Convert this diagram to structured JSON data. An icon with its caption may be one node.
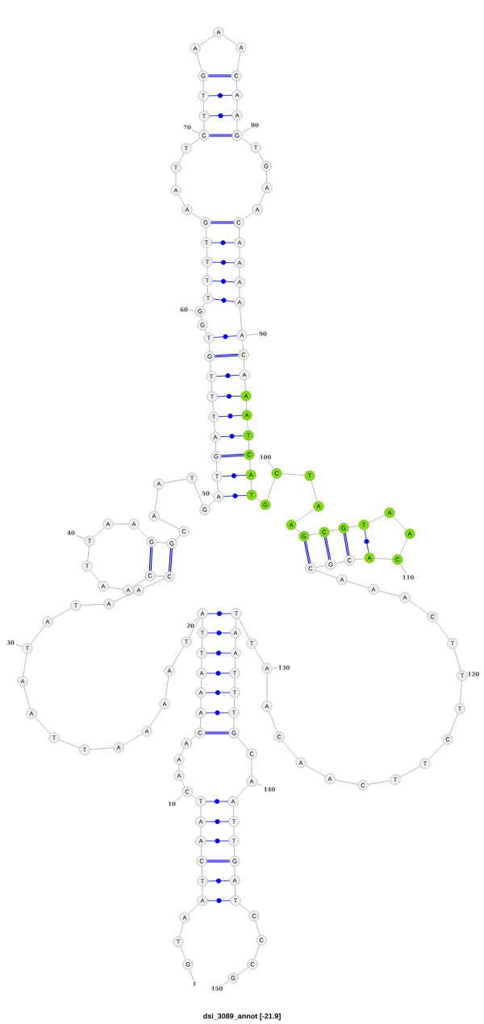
{
  "diagram": {
    "title": "dsi_3089_annot [-21.9]",
    "nodes": [
      {
        "text": [
          "G"
        ],
        "beside": [
          "1"
        ]
      },
      {
        "text": [
          "T"
        ]
      },
      {
        "text": [
          "A"
        ]
      },
      {
        "text": [
          "A"
        ]
      },
      {
        "text": [
          "T"
        ]
      },
      {
        "text": [
          "C"
        ]
      },
      {
        "text": [
          "A"
        ]
      },
      {
        "text": [
          "A"
        ]
      },
      {
        "text": [
          "T"
        ]
      },
      {
        "text": [
          "C"
        ],
        "beside": [
          "10"
        ]
      },
      {
        "text": [
          "A"
        ]
      },
      {
        "text": [
          "A"
        ]
      },
      {
        "text": [
          "A"
        ]
      },
      {
        "text": [
          "C"
        ]
      },
      {
        "text": [
          "A"
        ]
      },
      {
        "text": [
          "A"
        ]
      },
      {
        "text": [
          "A"
        ]
      },
      {
        "text": [
          "T"
        ]
      },
      {
        "text": [
          "T"
        ]
      },
      {
        "text": [
          "A"
        ],
        "beside": [
          "20"
        ]
      },
      {
        "text": [
          "T"
        ]
      },
      {
        "text": [
          "A"
        ]
      },
      {
        "text": [
          "A"
        ]
      },
      {
        "text": [
          "A"
        ]
      },
      {
        "text": [
          "A"
        ]
      },
      {
        "text": [
          "T"
        ]
      },
      {
        "text": [
          "T"
        ]
      },
      {
        "text": [
          "A"
        ]
      },
      {
        "text": [
          "A"
        ]
      },
      {
        "text": [
          "T"
        ],
        "beside": [
          "30"
        ]
      },
      {
        "text": [
          "A"
        ]
      },
      {
        "text": [
          "T"
        ]
      },
      {
        "text": [
          "A"
        ]
      },
      {
        "text": [
          "A"
        ]
      },
      {
        "text": [
          "C"
        ]
      },
      {
        "text": [
          "C"
        ]
      },
      {
        "text": [
          "A"
        ]
      },
      {
        "text": [
          "A"
        ]
      },
      {
        "text": [
          "T"
        ]
      },
      {
        "text": [
          "T"
        ],
        "beside": [
          "40"
        ]
      },
      {
        "text": [
          "A"
        ]
      },
      {
        "text": [
          "A"
        ]
      },
      {
        "text": [
          "G"
        ]
      },
      {
        "text": [
          "G"
        ]
      },
      {
        "text": [
          "C"
        ]
      },
      {
        "text": [
          "A"
        ]
      },
      {
        "text": [
          "A"
        ]
      },
      {
        "text": [
          "T"
        ]
      },
      {
        "text": [
          "G"
        ]
      },
      {
        "text": [
          "A"
        ],
        "beside": [
          "50"
        ]
      },
      {
        "text": [
          "T"
        ]
      },
      {
        "text": [
          "G"
        ]
      },
      {
        "text": [
          "A"
        ]
      },
      {
        "text": [
          "T"
        ]
      },
      {
        "text": [
          "T"
        ]
      },
      {
        "text": [
          "T"
        ]
      },
      {
        "text": [
          "G"
        ]
      },
      {
        "text": [
          "T"
        ]
      },
      {
        "text": [
          "G"
        ]
      },
      {
        "text": [
          "G"
        ],
        "beside": [
          "60"
        ]
      },
      {
        "text": [
          "T"
        ]
      },
      {
        "text": [
          "T"
        ]
      },
      {
        "text": [
          "T"
        ]
      },
      {
        "text": [
          "T"
        ]
      },
      {
        "text": [
          "G"
        ]
      },
      {
        "text": [
          "A"
        ]
      },
      {
        "text": [
          "A"
        ]
      },
      {
        "text": [
          "T"
        ]
      },
      {
        "text": [
          "T"
        ]
      },
      {
        "text": [
          "C"
        ],
        "beside": [
          "70"
        ]
      },
      {
        "text": [
          "T"
        ]
      },
      {
        "text": [
          "T"
        ]
      },
      {
        "text": [
          "G"
        ]
      },
      {
        "text": [
          "A"
        ]
      },
      {
        "text": [
          "A"
        ]
      },
      {
        "text": [
          "A"
        ]
      },
      {
        "text": [
          "C"
        ]
      },
      {
        "text": [
          "A"
        ]
      },
      {
        "text": [
          "A"
        ]
      },
      {
        "text": [
          "G"
        ],
        "beside": [
          "80"
        ]
      },
      {
        "text": [
          "T"
        ]
      },
      {
        "text": [
          "G"
        ]
      },
      {
        "text": [
          "A"
        ]
      },
      {
        "text": [
          "A"
        ]
      },
      {
        "text": [
          "C"
        ]
      },
      {
        "text": [
          "A"
        ]
      },
      {
        "text": [
          "A"
        ]
      },
      {
        "text": [
          "A"
        ]
      },
      {
        "text": [
          "A"
        ]
      },
      {
        "text": [
          "A"
        ],
        "beside": [
          "90"
        ]
      },
      {
        "text": [
          "C"
        ]
      },
      {
        "text": [
          "A"
        ]
      },
      {
        "text": [
          "A"
        ]
      },
      {
        "text": [
          "A"
        ]
      },
      {
        "text": [
          "T"
        ]
      },
      {
        "text": [
          "C"
        ]
      },
      {
        "text": [
          "A"
        ]
      },
      {
        "text": [
          "T"
        ]
      },
      {
        "text": [
          "G"
        ]
      },
      {
        "text": [
          "C"
        ],
        "beside": [
          "100"
        ]
      },
      {
        "text": [
          "T"
        ]
      },
      {
        "text": [
          "A"
        ]
      },
      {
        "text": [
          "A"
        ]
      },
      {
        "text": [
          "G"
        ]
      },
      {
        "text": [
          "C"
        ]
      },
      {
        "text": [
          "G"
        ]
      },
      {
        "text": [
          "T"
        ]
      },
      {
        "text": [
          "A"
        ]
      },
      {
        "text": [
          "A"
        ]
      },
      {
        "text": [
          "C"
        ],
        "beside": [
          "110"
        ]
      },
      {
        "text": [
          "A"
        ]
      },
      {
        "text": [
          "C"
        ]
      },
      {
        "text": [
          "G"
        ]
      },
      {
        "text": [
          "C"
        ]
      },
      {
        "text": [
          "A"
        ]
      },
      {
        "text": [
          "A"
        ]
      },
      {
        "text": [
          "A"
        ]
      },
      {
        "text": [
          "C"
        ]
      },
      {
        "text": [
          "T"
        ]
      },
      {
        "text": [
          "T"
        ],
        "beside": [
          "120"
        ]
      },
      {
        "text": [
          "T"
        ]
      },
      {
        "text": [
          "C"
        ]
      },
      {
        "text": [
          "T"
        ]
      },
      {
        "text": [
          "T"
        ]
      },
      {
        "text": [
          "C"
        ]
      },
      {
        "text": [
          "A"
        ]
      },
      {
        "text": [
          "A"
        ]
      },
      {
        "text": [
          "C"
        ]
      },
      {
        "text": [
          "A"
        ]
      },
      {
        "text": [
          "A"
        ],
        "beside": [
          "130"
        ]
      },
      {
        "text": [
          "T"
        ]
      },
      {
        "text": [
          "T"
        ]
      },
      {
        "text": [
          "A"
        ]
      },
      {
        "text": [
          "A"
        ]
      },
      {
        "text": [
          "T"
        ]
      },
      {
        "text": [
          "T"
        ]
      },
      {
        "text": [
          "T"
        ]
      },
      {
        "text": [
          "G"
        ]
      },
      {
        "text": [
          "C"
        ]
      },
      {
        "text": [
          "A"
        ],
        "beside": [
          "140"
        ]
      },
      {
        "text": [
          "A"
        ]
      },
      {
        "text": [
          "T"
        ]
      },
      {
        "text": [
          "T"
        ]
      },
      {
        "text": [
          "G"
        ]
      },
      {
        "text": [
          "A"
        ]
      },
      {
        "text": [
          "T"
        ]
      },
      {
        "text": [
          "C"
        ]
      },
      {
        "text": [
          "C"
        ]
      },
      {
        "text": [
          "C"
        ]
      },
      {
        "text": [
          "G"
        ],
        "beside": [
          "150"
        ]
      }
    ],
    "edges": [
      {
        "from": 0,
        "to": 1,
        "arrow": "none"
      },
      {
        "from": 1,
        "to": 2,
        "arrow": "none"
      },
      {
        "from": 2,
        "to": 3,
        "arrow": "none"
      },
      {
        "from": 3,
        "to": 4,
        "arrow": "none"
      },
      {
        "from": 4,
        "to": 5,
        "arrow": "none"
      },
      {
        "from": 5,
        "to": 6,
        "arrow": "none"
      },
      {
        "from": 6,
        "to": 7,
        "arrow": "none"
      },
      {
        "from": 7,
        "to": 8,
        "arrow": "none"
      },
      {
        "from": 8,
        "to": 9,
        "arrow": "none"
      },
      {
        "from": 9,
        "to": 10,
        "arrow": "none"
      },
      {
        "from": 10,
        "to": 11,
        "arrow": "none"
      },
      {
        "from": 11,
        "to": 12,
        "arrow": "none"
      },
      {
        "from": 12,
        "to": 13,
        "arrow": "none"
      },
      {
        "from": 13,
        "to": 14,
        "arrow": "none"
      },
      {
        "from": 14,
        "to": 15,
        "arrow": "none"
      },
      {
        "from": 15,
        "to": 16,
        "arrow": "none"
      },
      {
        "from": 16,
        "to": 17,
        "arrow": "none"
      },
      {
        "from": 17,
        "to": 18,
        "arrow": "none"
      },
      {
        "from": 18,
        "to": 19,
        "arrow": "none"
      },
      {
        "from": 19,
        "to": 20,
        "arrow": "none"
      },
      {
        "from": 20,
        "to": 21,
        "arrow": "none"
      },
      {
        "from": 21,
        "to": 22,
        "arrow": "none"
      },
      {
        "from": 22,
        "to": 23,
        "arrow": "none"
      },
      {
        "from": 23,
        "to": 24,
        "arrow": "none"
      },
      {
        "from": 24,
        "to": 25,
        "arrow": "none"
      },
      {
        "from": 25,
        "to": 26,
        "arrow": "none"
      },
      {
        "from": 26,
        "to": 27,
        "arrow": "none"
      },
      {
        "from": 27,
        "to": 28,
        "arrow": "none"
      },
      {
        "from": 28,
        "to": 29,
        "arrow": "none"
      },
      {
        "from": 29,
        "to": 30,
        "arrow": "none"
      },
      {
        "from": 30,
        "to": 31,
        "arrow": "none"
      },
      {
        "from": 31,
        "to": 32,
        "arrow": "none"
      },
      {
        "from": 32,
        "to": 33,
        "arrow": "none"
      },
      {
        "from": 33,
        "to": 34,
        "arrow": "none"
      },
      {
        "from": 34,
        "to": 35,
        "arrow": "none"
      },
      {
        "from": 35,
        "to": 36,
        "arrow": "none"
      },
      {
        "from": 36,
        "to": 37,
        "arrow": "none"
      },
      {
        "from": 37,
        "to": 38,
        "arrow": "none"
      },
      {
        "from": 38,
        "to": 39,
        "arrow": "none"
      },
      {
        "from": 39,
        "to": 40,
        "arrow": "none"
      },
      {
        "from": 40,
        "to": 41,
        "arrow": "none"
      },
      {
        "from": 41,
        "to": 42,
        "arrow": "none"
      },
      {
        "from": 42,
        "to": 43,
        "arrow": "none"
      },
      {
        "from": 43,
        "to": 44,
        "arrow": "none"
      },
      {
        "from": 44,
        "to": 45,
        "arrow": "none"
      },
      {
        "from": 45,
        "to": 46,
        "arrow": "none"
      },
      {
        "from": 46,
        "to": 47,
        "arrow": "none"
      },
      {
        "from": 47,
        "to": 48,
        "arrow": "none"
      },
      {
        "from": 48,
        "to": 49,
        "arrow": "none"
      },
      {
        "from": 49,
        "to": 50,
        "arrow": "none"
      },
      {
        "from": 50,
        "to": 51,
        "arrow": "none"
      },
      {
        "from": 51,
        "to": 52,
        "arrow": "none"
      },
      {
        "from": 52,
        "to": 53,
        "arrow": "none"
      },
      {
        "from": 53,
        "to": 54,
        "arrow": "none"
      },
      {
        "from": 54,
        "to": 55,
        "arrow": "none"
      },
      {
        "from": 55,
        "to": 56,
        "arrow": "none"
      },
      {
        "from": 56,
        "to": 57,
        "arrow": "none"
      },
      {
        "from": 57,
        "to": 58,
        "arrow": "none"
      },
      {
        "from": 58,
        "to": 59,
        "arrow": "none"
      },
      {
        "from": 59,
        "to": 60,
        "arrow": "none"
      },
      {
        "from": 60,
        "to": 61,
        "arrow": "none"
      },
      {
        "from": 61,
        "to": 62,
        "arrow": "none"
      },
      {
        "from": 62,
        "to": 63,
        "arrow": "none"
      },
      {
        "from": 63,
        "to": 64,
        "arrow": "none"
      },
      {
        "from": 64,
        "to": 65,
        "arrow": "none"
      },
      {
        "from": 65,
        "to": 66,
        "arrow": "none"
      },
      {
        "from": 66,
        "to": 67,
        "arrow": "none"
      },
      {
        "from": 67,
        "to": 68,
        "arrow": "none"
      },
      {
        "from": 68,
        "to": 69,
        "arrow": "none"
      },
      {
        "from": 69,
        "to": 70,
        "arrow": "none"
      },
      {
        "from": 70,
        "to": 71,
        "arrow": "none"
      },
      {
        "from": 71,
        "to": 72,
        "arrow": "none"
      },
      {
        "from": 72,
        "to": 73,
        "arrow": "none"
      },
      {
        "from": 73,
        "to": 74,
        "arrow": "none"
      },
      {
        "from": 74,
        "to": 75,
        "arrow": "none"
      },
      {
        "from": 75,
        "to": 76,
        "arrow": "none"
      },
      {
        "from": 76,
        "to": 77,
        "arrow": "none"
      },
      {
        "from": 77,
        "to": 78,
        "arrow": "none"
      },
      {
        "from": 78,
        "to": 79,
        "arrow": "none"
      },
      {
        "from": 79,
        "to": 80,
        "arrow": "none"
      },
      {
        "from": 80,
        "to": 81,
        "arrow": "none"
      },
      {
        "from": 81,
        "to": 82,
        "arrow": "none"
      },
      {
        "from": 82,
        "to": 83,
        "arrow": "none"
      },
      {
        "from": 83,
        "to": 84,
        "arrow": "none"
      },
      {
        "from": 84,
        "to": 85,
        "arrow": "none"
      },
      {
        "from": 85,
        "to": 86,
        "arrow": "none"
      },
      {
        "from": 86,
        "to": 87,
        "arrow": "none"
      },
      {
        "from": 87,
        "to": 88,
        "arrow": "none"
      },
      {
        "from": 88,
        "to": 89,
        "arrow": "none"
      },
      {
        "from": 89,
        "to": 90,
        "arrow": "none"
      },
      {
        "from": 90,
        "to": 91,
        "arrow": "none"
      },
      {
        "from": 91,
        "to": 92,
        "arrow": "none"
      },
      {
        "from": 92,
        "to": 93,
        "arrow": "none"
      },
      {
        "from": 93,
        "to": 94,
        "arrow": "none"
      },
      {
        "from": 94,
        "to": 95,
        "arrow": "none"
      },
      {
        "from": 95,
        "to": 96,
        "arrow": "none"
      },
      {
        "from": 96,
        "to": 97,
        "arrow": "none"
      },
      {
        "from": 97,
        "to": 98,
        "arrow": "none"
      },
      {
        "from": 98,
        "to": 99,
        "arrow": "none"
      },
      {
        "from": 99,
        "to": 100,
        "arrow": "none"
      },
      {
        "from": 100,
        "to": 101,
        "arrow": "none"
      },
      {
        "from": 101,
        "to": 102,
        "arrow": "none"
      },
      {
        "from": 102,
        "to": 103,
        "arrow": "none"
      },
      {
        "from": 103,
        "to": 104,
        "arrow": "none"
      },
      {
        "from": 104,
        "to": 105,
        "arrow": "none"
      },
      {
        "from": 105,
        "to": 106,
        "arrow": "none"
      },
      {
        "from": 106,
        "to": 107,
        "arrow": "none"
      },
      {
        "from": 107,
        "to": 108,
        "arrow": "none"
      },
      {
        "from": 108,
        "to": 109,
        "arrow": "none"
      },
      {
        "from": 109,
        "to": 110,
        "arrow": "none"
      },
      {
        "from": 110,
        "to": 111,
        "arrow": "none"
      },
      {
        "from": 111,
        "to": 112,
        "arrow": "none"
      },
      {
        "from": 112,
        "to": 113,
        "arrow": "none"
      },
      {
        "from": 113,
        "to": 114,
        "arrow": "none"
      },
      {
        "from": 114,
        "to": 115,
        "arrow": "none"
      },
      {
        "from": 115,
        "to": 116,
        "arrow": "none"
      },
      {
        "from": 116,
        "to": 117,
        "arrow": "none"
      },
      {
        "from": 117,
        "to": 118,
        "arrow": "none"
      },
      {
        "from": 118,
        "to": 119,
        "arrow": "none"
      },
      {
        "from": 119,
        "to": 120,
        "arrow": "none"
      },
      {
        "from": 120,
        "to": 121,
        "arrow": "none"
      },
      {
        "from": 121,
        "to": 122,
        "arrow": "none"
      },
      {
        "from": 122,
        "to": 123,
        "arrow": "none"
      },
      {
        "from": 123,
        "to": 124,
        "arrow": "none"
      },
      {
        "from": 124,
        "to": 125,
        "arrow": "none"
      },
      {
        "from": 125,
        "to": 126,
        "arrow": "none"
      },
      {
        "from": 126,
        "to": 127,
        "arrow": "none"
      },
      {
        "from": 127,
        "to": 128,
        "arrow": "none"
      },
      {
        "from": 128,
        "to": 129,
        "arrow": "none"
      },
      {
        "from": 129,
        "to": 130,
        "arrow": "none"
      },
      {
        "from": 130,
        "to": 131,
        "arrow": "none"
      },
      {
        "from": 131,
        "to": 132,
        "arrow": "none"
      },
      {
        "from": 132,
        "to": 133,
        "arrow": "none"
      },
      {
        "from": 133,
        "to": 134,
        "arrow": "none"
      },
      {
        "from": 134,
        "to": 135,
        "arrow": "none"
      },
      {
        "from": 135,
        "to": 136,
        "arrow": "none"
      },
      {
        "from": 136,
        "to": 137,
        "arrow": "none"
      },
      {
        "from": 137,
        "to": 138,
        "arrow": "none"
      },
      {
        "from": 138,
        "to": 139,
        "arrow": "none"
      },
      {
        "from": 139,
        "to": 140,
        "arrow": "none"
      },
      {
        "from": 140,
        "to": 141,
        "arrow": "none"
      },
      {
        "from": 141,
        "to": 142,
        "arrow": "none"
      },
      {
        "from": 142,
        "to": 143,
        "arrow": "none"
      },
      {
        "from": 143,
        "to": 144,
        "arrow": "none"
      },
      {
        "from": 144,
        "to": 145,
        "arrow": "none"
      },
      {
        "from": 145,
        "to": 146,
        "arrow": "none"
      },
      {
        "from": 146,
        "to": 147,
        "arrow": "none"
      },
      {
        "from": 147,
        "to": 148,
        "arrow": "none"
      },
      {
        "from": 148,
        "to": 149,
        "arrow": "none"
      },
      {
        "from": 3,
        "to": 145,
        "arrow": "none",
        "color": "#0000ff"
      },
      {
        "from": 4,
        "to": 144,
        "arrow": "none",
        "color": "#0000ff"
      },
      {
        "from": 5,
        "to": 143,
        "arrow": "none",
        "style": "thick",
        "color": "#0000ff"
      },
      {
        "from": 6,
        "to": 142,
        "arrow": "none",
        "color": "#0000ff"
      },
      {
        "from": 7,
        "to": 141,
        "arrow": "none",
        "color": "#0000ff"
      },
      {
        "from": 8,
        "to": 140,
        "arrow": "none",
        "color": "#0000ff"
      },
      {
        "from": 13,
        "to": 137,
        "arrow": "none",
        "style": "thick",
        "color": "#0000ff"
      },
      {
        "from": 14,
        "to": 136,
        "arrow": "none",
        "color": "#0000ff"
      },
      {
        "from": 15,
        "to": 135,
        "arrow": "none",
        "color": "#0000ff"
      },
      {
        "from": 16,
        "to": 134,
        "arrow": "none",
        "color": "#0000ff"
      },
      {
        "from": 17,
        "to": 133,
        "arrow": "none",
        "color": "#0000ff"
      },
      {
        "from": 18,
        "to": 132,
        "arrow": "none",
        "color": "#0000ff"
      },
      {
        "from": 19,
        "to": 131,
        "arrow": "none",
        "color": "#0000ff"
      },
      {
        "from": 34,
        "to": 43,
        "arrow": "none",
        "style": "thick",
        "color": "#0000ff"
      },
      {
        "from": 35,
        "to": 42,
        "arrow": "none",
        "style": "thick",
        "color": "#0000ff"
      },
      {
        "from": 49,
        "to": 97,
        "arrow": "none",
        "color": "#0000ff"
      },
      {
        "from": 50,
        "to": 96,
        "arrow": "none",
        "color": "#0000ff"
      },
      {
        "from": 51,
        "to": 95,
        "arrow": "none",
        "style": "thick",
        "color": "#0000ff"
      },
      {
        "from": 52,
        "to": 94,
        "arrow": "none",
        "color": "#0000ff"
      },
      {
        "from": 53,
        "to": 93,
        "arrow": "none",
        "color": "#0000ff"
      },
      {
        "from": 54,
        "to": 92,
        "arrow": "none",
        "color": "#0000ff"
      },
      {
        "from": 55,
        "to": 91,
        "arrow": "none",
        "color": "#0000ff"
      },
      {
        "from": 56,
        "to": 90,
        "arrow": "none",
        "style": "thick",
        "color": "#0000ff"
      },
      {
        "from": 57,
        "to": 89,
        "arrow": "none",
        "color": "#0000ff"
      },
      {
        "from": 60,
        "to": 88,
        "arrow": "none",
        "color": "#0000ff"
      },
      {
        "from": 61,
        "to": 87,
        "arrow": "none",
        "color": "#0000ff"
      },
      {
        "from": 62,
        "to": 86,
        "arrow": "none",
        "color": "#0000ff"
      },
      {
        "from": 63,
        "to": 85,
        "arrow": "none",
        "color": "#0000ff"
      },
      {
        "from": 64,
        "to": 84,
        "arrow": "none",
        "style": "thick",
        "color": "#0000ff"
      },
      {
        "from": 69,
        "to": 79,
        "arrow": "none",
        "style": "thick",
        "color": "#0000ff"
      },
      {
        "from": 70,
        "to": 78,
        "arrow": "none",
        "color": "#0000ff"
      },
      {
        "from": 71,
        "to": 77,
        "arrow": "none",
        "color": "#0000ff"
      },
      {
        "from": 72,
        "to": 76,
        "arrow": "none",
        "style": "thick",
        "color": "#0000ff"
      },
      {
        "from": 103,
        "to": 113,
        "arrow": "none",
        "style": "thick",
        "color": "#0000ff"
      },
      {
        "from": 104,
        "to": 112,
        "arrow": "none",
        "style": "thick",
        "color": "#0000ff"
      },
      {
        "from": 105,
        "to": 111,
        "arrow": "none",
        "style": "thick",
        "color": "#0000ff"
      },
      {
        "from": 106,
        "to": 110,
        "arrow": "none",
        "color": "#0000ff"
      }
    ]
  }
}
